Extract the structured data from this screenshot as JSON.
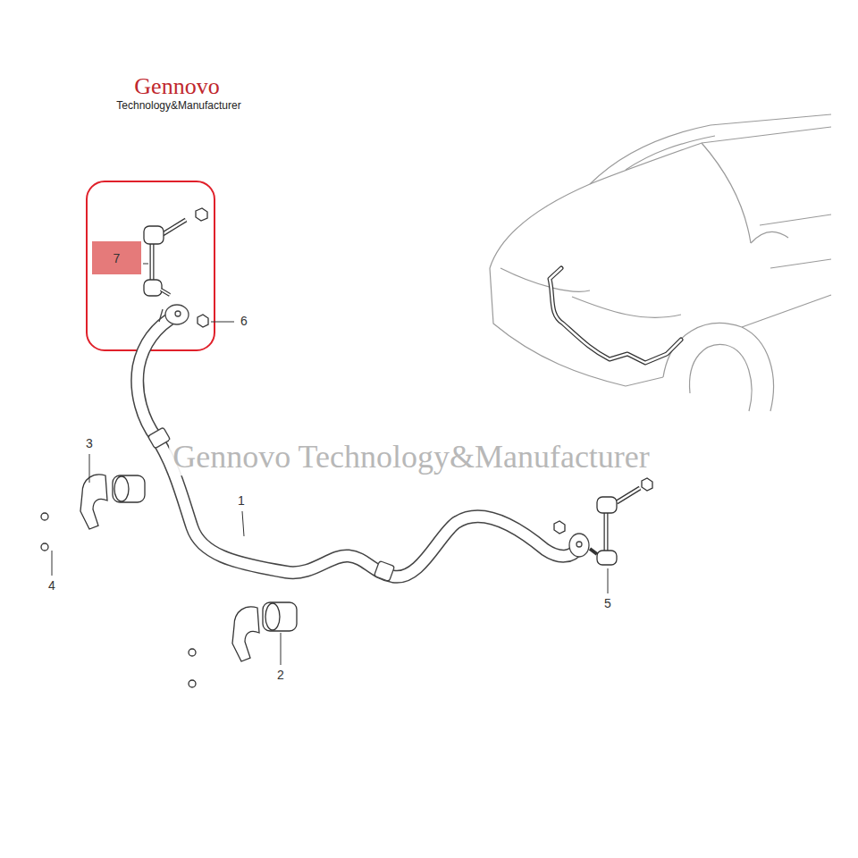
{
  "diagram": {
    "nodes": [
      {
        "text": [
          "7"
        ]
      }
    ],
    "labels": [
      "Gennovo",
      "Technology&Manufacturer",
      "6",
      "3",
      "Gennovo Technology&Manufacturer",
      "1",
      "4",
      "5",
      "2"
    ]
  }
}
